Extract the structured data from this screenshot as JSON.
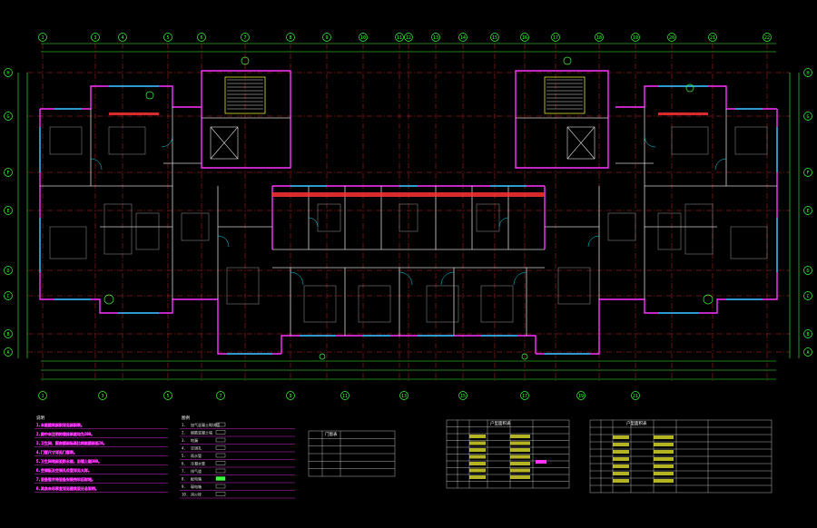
{
  "drawing": {
    "axis_labels_top": [
      "1",
      "3",
      "4",
      "5",
      "6",
      "7",
      "8",
      "9",
      "10",
      "11",
      "12",
      "13",
      "14",
      "15",
      "16",
      "17",
      "18",
      "19",
      "20",
      "21",
      "22"
    ],
    "axis_labels_bottom": [
      "1",
      "3",
      "5",
      "7",
      "9",
      "11",
      "13",
      "15",
      "17",
      "19",
      "21"
    ],
    "axis_labels_left": [
      "A",
      "B",
      "C",
      "D",
      "E",
      "F",
      "G",
      "H"
    ],
    "axis_labels_right": [
      "A",
      "B",
      "C",
      "D",
      "E",
      "F",
      "G",
      "H"
    ],
    "colors": {
      "background": "#000000",
      "axis": "#39ff39",
      "wall": "#ff33ff",
      "window": "#00e5ff",
      "furniture": "#9a9a9a",
      "dimension": "#39ff39",
      "text": "#ffffff",
      "hatch_red": "#ff3333",
      "yellow": "#ffff33"
    }
  },
  "notes": {
    "heading": "说明",
    "lines": [
      "1.本层建筑面积详见面积表。",
      "2.图中未注明的墙体厚度均为200。",
      "3.卫生间、厨房楼面标高比同层楼面低20。",
      "4.门窗尺寸详见门窗表。",
      "5.卫生间地面设防水层，沿墙上翻300。",
      "6.空调板及空调孔位置详见大样。",
      "7.设备管井待设备安装完毕后封堵。",
      "8.其余未尽事宜详见建筑设计总说明。"
    ]
  },
  "legend": {
    "heading": "图例",
    "items": [
      {
        "label": "1.",
        "desc": "加气混凝土砌块墙"
      },
      {
        "label": "2.",
        "desc": "钢筋混凝土墙"
      },
      {
        "label": "3.",
        "desc": "地漏"
      },
      {
        "label": "4.",
        "desc": "空调孔"
      },
      {
        "label": "5.",
        "desc": "雨水管"
      },
      {
        "label": "6.",
        "desc": "冷凝水管"
      },
      {
        "label": "7.",
        "desc": "排气道"
      },
      {
        "label": "8.",
        "desc": "配电箱"
      },
      {
        "label": "9.",
        "desc": "弱电箱"
      },
      {
        "label": "10.",
        "desc": "消火栓"
      }
    ]
  },
  "table_small": {
    "title": "门窗表"
  },
  "table_mid": {
    "title": "户型面积表"
  },
  "table_right": {
    "title": "户型面积表"
  }
}
